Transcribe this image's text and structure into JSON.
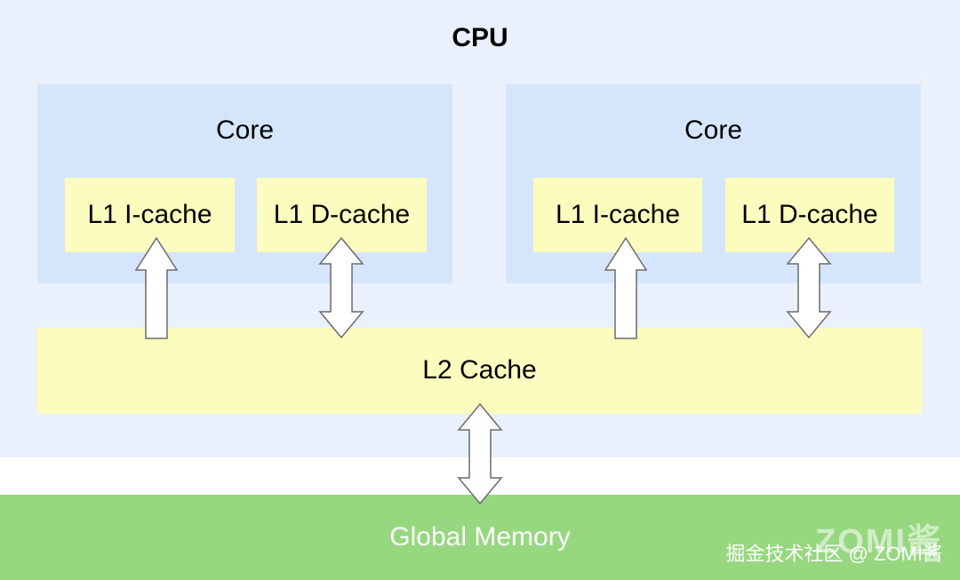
{
  "cpu": {
    "title": "CPU"
  },
  "cores": [
    {
      "title": "Core",
      "l1_icache": "L1 I-cache",
      "l1_dcache": "L1 D-cache"
    },
    {
      "title": "Core",
      "l1_icache": "L1 I-cache",
      "l1_dcache": "L1 D-cache"
    }
  ],
  "l2": {
    "label": "L2 Cache"
  },
  "memory": {
    "label": "Global Memory"
  },
  "watermark": {
    "text": "掘金技术社区 @ ZOMI酱",
    "logo": "ZOMI酱"
  },
  "colors": {
    "cpu_bg": "#ebf1fc",
    "core_bg": "#d5e5fc",
    "cache_bg": "#fcfcbf",
    "memory_bg": "#97d77f",
    "arrow_fill": "#ffffff",
    "arrow_stroke": "#6b6b6b"
  }
}
